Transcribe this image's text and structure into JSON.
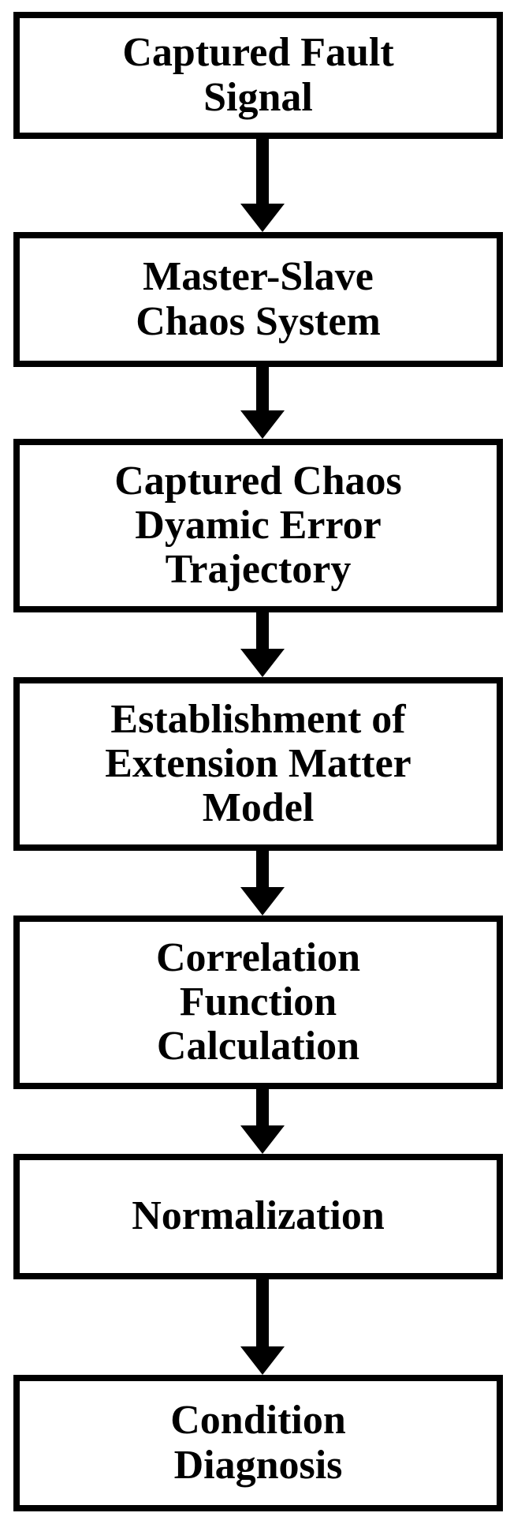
{
  "flowchart": {
    "steps": [
      {
        "lines": [
          "Captured Fault",
          "Signal"
        ]
      },
      {
        "lines": [
          "Master-Slave",
          "Chaos System"
        ]
      },
      {
        "lines": [
          "Captured Chaos",
          "Dyamic Error",
          "Trajectory"
        ]
      },
      {
        "lines": [
          "Establishment of",
          "Extension Matter",
          "Model"
        ]
      },
      {
        "lines": [
          "Correlation",
          "Function",
          "Calculation"
        ]
      },
      {
        "lines": [
          "Normalization"
        ]
      },
      {
        "lines": [
          "Condition",
          "Diagnosis"
        ]
      }
    ]
  },
  "colors": {
    "stroke": "#000000",
    "fill": "#ffffff"
  }
}
